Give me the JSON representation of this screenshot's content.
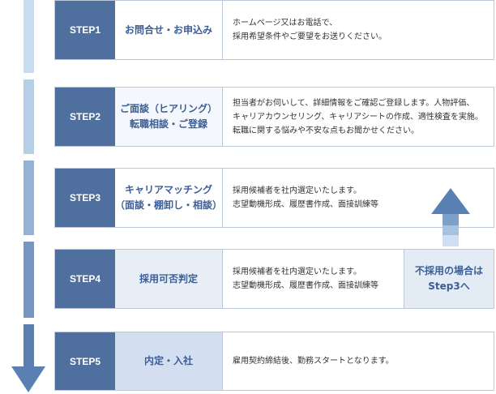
{
  "steps": [
    {
      "label": "STEP1",
      "title": "お問合せ・お申込み",
      "desc": "ホームページ又はお電話で、\n採用希望条件やご要望をお送りください。",
      "title_bg": "#ffffff"
    },
    {
      "label": "STEP2",
      "title": "ご面談（ヒアリング）\n転職相談・ご登録",
      "desc": "担当者がお伺いして、詳細情報をご確認ご登録します。人物評価、\nキャリアカウンセリング、キャリアシートの作成、適性検査を実施。\n転職に関する悩みや不安な点もお聞かせください。",
      "title_bg": "#f4f7fb"
    },
    {
      "label": "STEP3",
      "title": "キャリアマッチング\n（面談・棚卸し・相談）",
      "desc": "採用候補者を社内選定いたします。\n志望動機形成、履歴書作成、面接訓練等",
      "title_bg": "#ffffff"
    },
    {
      "label": "STEP4",
      "title": "採用可否判定",
      "desc": "採用候補者を社内選定いたします。\n志望動機形成、履歴書作成、面接訓練等",
      "title_bg": "#e8eef6"
    },
    {
      "label": "STEP5",
      "title": "内定・入社",
      "desc": "雇用契約締結後、勤務スタートとなります。",
      "title_bg": "#d3dff0"
    }
  ],
  "note": "不採用の場合は\nStep3へ",
  "colors": {
    "step_bg": "#4f6f9e",
    "accent_text": "#3b5e97",
    "border": "#bcc8d9",
    "arrow": "#5a7fb2"
  }
}
